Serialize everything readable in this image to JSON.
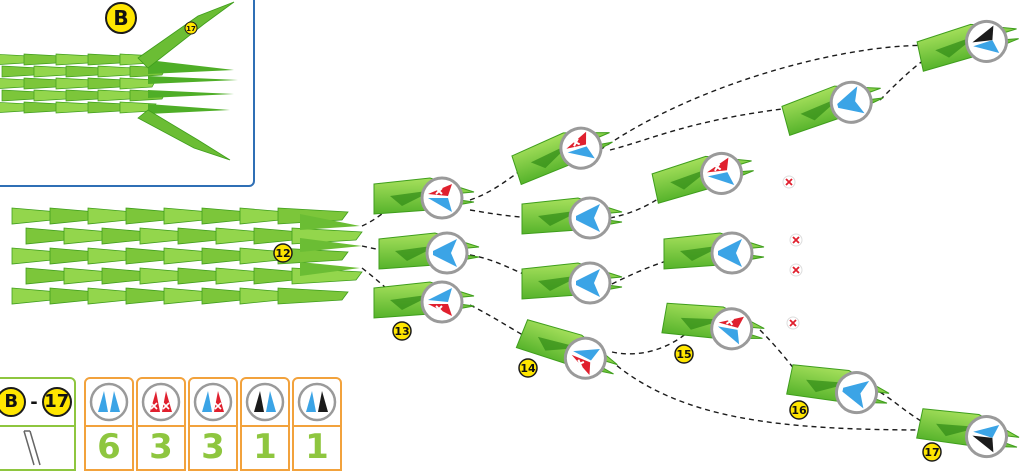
{
  "inset": {
    "label": "B",
    "marker": "17"
  },
  "body_marker": "12",
  "step_labels": [
    "13",
    "14",
    "15",
    "16",
    "17"
  ],
  "legend": {
    "range_from": "B",
    "range_to": "17",
    "items": [
      {
        "icon": "blue-piece-icon",
        "count": "6"
      },
      {
        "icon": "red-piece-icon",
        "count": "3"
      },
      {
        "icon": "red-blue-piece-icon",
        "count": "3"
      },
      {
        "icon": "black-white-piece-icon",
        "count": "1"
      },
      {
        "icon": "blue-black-piece-icon",
        "count": "1"
      }
    ]
  },
  "colors": {
    "green_light": "#8ed34a",
    "green_dark": "#3f9e1c",
    "blue": "#3ba4e6",
    "red": "#e0202e",
    "yellow": "#ffe600",
    "legend_border": "#f2a23c",
    "inset_border": "#2f6fb5"
  }
}
